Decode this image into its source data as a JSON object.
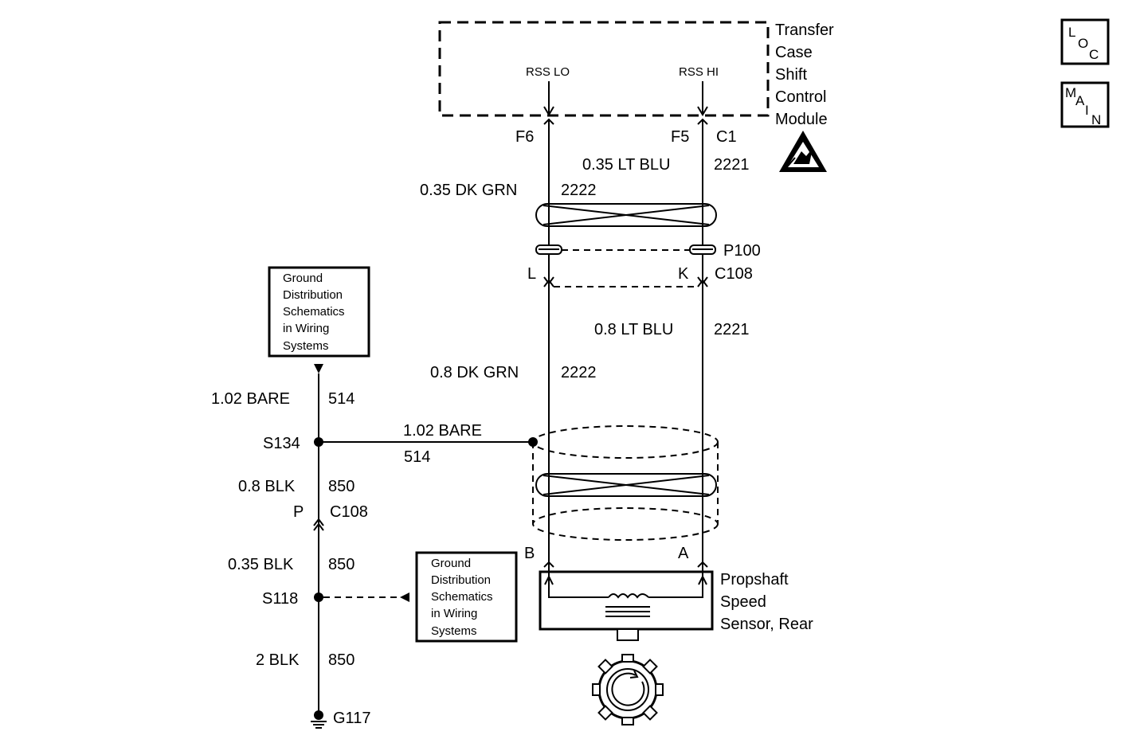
{
  "module": {
    "name_lines": [
      "Transfer",
      "Case",
      "Shift",
      "Control",
      "Module"
    ],
    "pin_rss_lo": "RSS LO",
    "pin_rss_hi": "RSS HI",
    "terminal_f6": "F6",
    "terminal_f5": "F5",
    "connector_c1": "C1",
    "esd_icon": "esd-warning-icon"
  },
  "nav_buttons": {
    "loc": {
      "l": "L",
      "o": "O",
      "c": "C"
    },
    "main": {
      "m": "M",
      "a": "A",
      "i": "I",
      "n": "N"
    }
  },
  "wires": {
    "upper_blu_gauge": "0.35 LT BLU",
    "upper_blu_circuit": "2221",
    "upper_grn_gauge": "0.35 DK GRN",
    "upper_grn_circuit": "2222",
    "lower_blu_gauge": "0.8 LT BLU",
    "lower_blu_circuit": "2221",
    "lower_grn_gauge": "0.8 DK GRN",
    "lower_grn_circuit": "2222",
    "drain_gauge": "1.02 BARE",
    "drain_circuit": "514",
    "gnd_bare_gauge": "1.02 BARE",
    "gnd_bare_circuit": "514",
    "blk_08_gauge": "0.8 BLK",
    "blk_08_circuit": "850",
    "blk_035_gauge": "0.35 BLK",
    "blk_035_circuit": "850",
    "blk_2_gauge": "2 BLK",
    "blk_2_circuit": "850"
  },
  "connectors": {
    "p100": "P100",
    "c108_upper": "C108",
    "term_l": "L",
    "term_k": "K",
    "c108_lower": "C108",
    "term_p": "P",
    "term_b": "B",
    "term_a": "A"
  },
  "splices": {
    "s134": "S134",
    "s118": "S118",
    "g117": "G117"
  },
  "ground_ref_boxes": [
    {
      "lines": [
        "Ground",
        "Distribution",
        "Schematics",
        "in Wiring",
        "Systems"
      ]
    },
    {
      "lines": [
        "Ground",
        "Distribution",
        "Schematics",
        "in Wiring",
        "Systems"
      ]
    }
  ],
  "sensor": {
    "name_lines": [
      "Propshaft",
      "Speed",
      "Sensor, Rear"
    ]
  }
}
